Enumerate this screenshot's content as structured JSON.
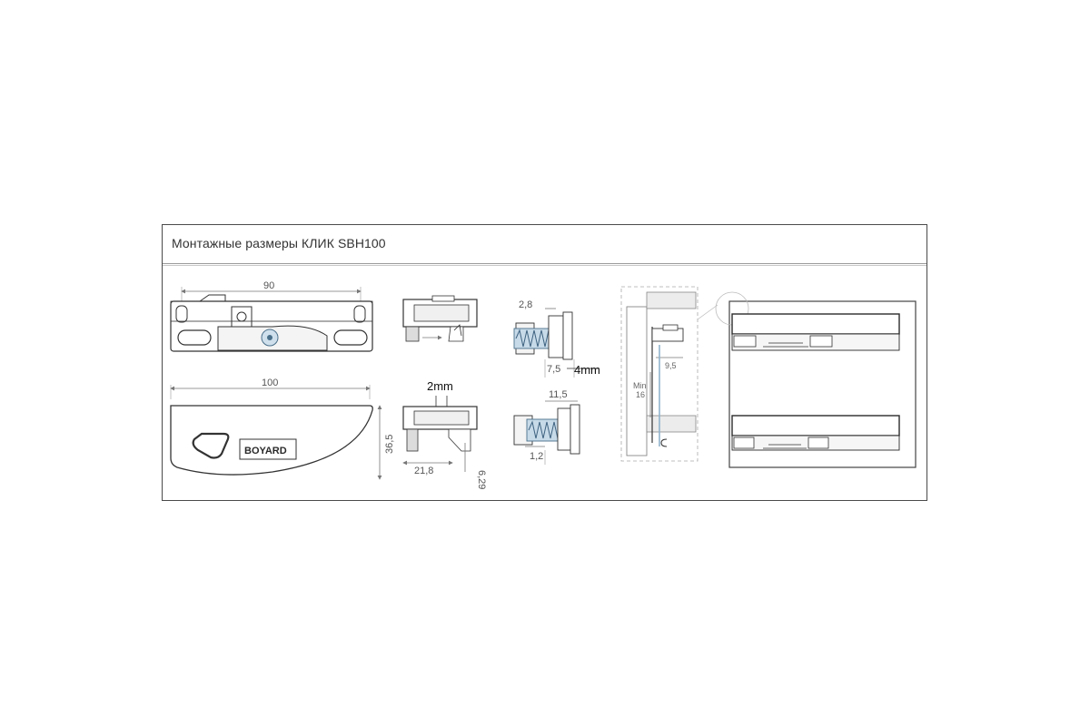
{
  "title": "Монтажные размеры КЛИК SBH100",
  "brand": {
    "logo_text": "BOYARD"
  },
  "dimensions": {
    "top_view_width": "90",
    "front_view_width": "100",
    "front_view_height": "36,5",
    "side_gap": "2mm",
    "side_depth": "21,8",
    "side_height": "6,29",
    "spring_top_offset": "2,8",
    "spring_top_depth": "7,5",
    "spring_gap": "4mm",
    "spring_bottom_depth": "11,5",
    "spring_bottom_offset": "1,2",
    "mount_offset": "9,5",
    "mount_min_label": "Min",
    "mount_min_value": "16"
  },
  "colors": {
    "line": "#333333",
    "spring": "#8fb3cc",
    "panel": "#9a9a9a",
    "dark_rail": "#2b2b2b"
  }
}
